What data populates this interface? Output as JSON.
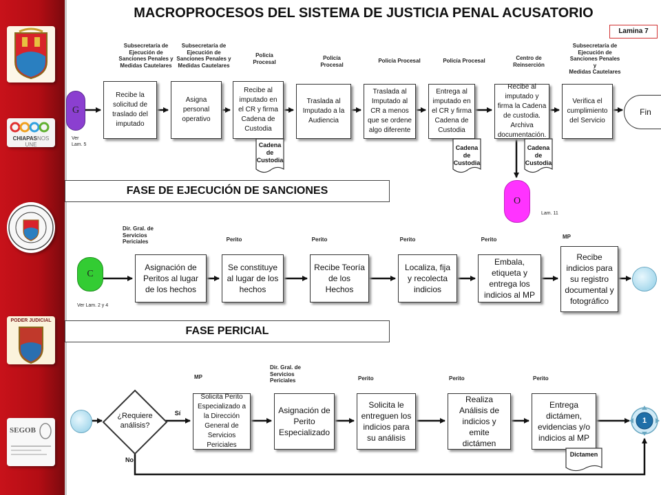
{
  "title": "MACROPROCESOS DEL SISTEMA DE JUSTICIA PENAL ACUSATORIO",
  "lamina": "Lamina 7",
  "colors": {
    "sidebar": "#c8121a",
    "connector_g": "#8b3fd0",
    "connector_o": "#ff33ff",
    "connector_c": "#33cc33",
    "offpage": "#9fd4ea"
  },
  "logos": {
    "chiapas": {
      "text_a": "CHIAPAS",
      "text_b": "NOS UNE"
    },
    "judicial": {
      "text_a": "PODER JUDICIAL"
    },
    "segob": {
      "text_a": "SEGOB"
    }
  },
  "phase1": {
    "connector_start": {
      "label": "G",
      "note": "Ver\nLam. 5"
    },
    "roles": [
      "Subsecretaría de\nEjecución de\nSanciones Penales y\nMedidas Cautelares",
      "Subsecretaría de\nEjecución de\nSanciones Penales y\nMedidas Cautelares",
      "Policía\nProcesal",
      "Policía\nProcesal",
      "Policía Procesal",
      "Policía Procesal",
      "Centro de\nReinserción",
      "Subsecretaría de\nEjecución de\nSanciones Penales y\nMedidas Cautelares"
    ],
    "steps": [
      "Recibe la solicitud de traslado del imputado",
      "Asigna personal operativo",
      "Recibe al imputado en el CR y firma Cadena de Custodia",
      "Traslada al Imputado a la Audiencia",
      "Traslada al Imputado al CR a menos que se ordene algo diferente",
      "Entrega al imputado en el CR y firma Cadena de Custodia",
      "Recibe al imputado y firma la Cadena de custodia. Archiva documentación.",
      "Verifica el cumplimiento del Servicio"
    ],
    "end": "Fin",
    "documents": [
      "Cadena de\nCustodia",
      "Cadena de\nCustodia",
      "Cadena de\nCustodia"
    ],
    "connector_down": {
      "label": "O",
      "note": "Lam. 11"
    },
    "banner": "FASE DE EJECUCIÓN DE SANCIONES"
  },
  "phase2": {
    "connector_start": {
      "label": "C",
      "note": "Ver Lam. 2 y 4"
    },
    "roles": [
      "Dir. Gral. de\nServicios\nPericiales",
      "Perito",
      "Perito",
      "Perito",
      "Perito",
      "MP"
    ],
    "steps": [
      "Asignación de Peritos al lugar de los hechos",
      "Se constituye al lugar de los hechos",
      "Recibe Teoría de los Hechos",
      "Localiza, fija y recolecta indicios",
      "Embala, etiqueta y entrega los indicios al MP",
      "Recibe indicios para su registro documental y fotográfico"
    ],
    "banner": "FASE PERICIAL"
  },
  "phase3": {
    "decision": "¿Requiere análisis?",
    "yes": "Sí",
    "no": "No",
    "roles": [
      "MP",
      "Dir. Gral. de\nServicios\nPericiales",
      "Perito",
      "Perito",
      "Perito"
    ],
    "steps": [
      "Solicita Perito Especializado a la Dirección General de Servicios Periciales",
      "Asignación de Perito Especializado",
      "Solicita le entreguen los indicios para su análisis",
      "Realiza Análisis de indicios y emite dictámen",
      "Entrega dictámen, evidencias y/o indicios al MP"
    ],
    "document": "Dictamen",
    "connector_end": {
      "label": "1"
    }
  }
}
